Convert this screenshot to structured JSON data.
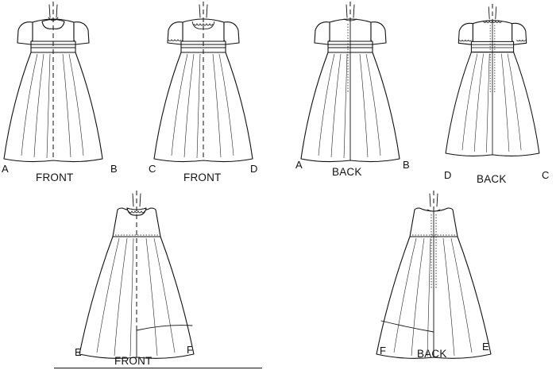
{
  "views": [
    {
      "id": "v1",
      "caption": "FRONT",
      "left_mark": "A",
      "right_mark": "B"
    },
    {
      "id": "v2",
      "caption": "FRONT",
      "left_mark": "C",
      "right_mark": "D"
    },
    {
      "id": "v3",
      "caption": "BACK",
      "left_mark": "A",
      "right_mark": "B"
    },
    {
      "id": "v4",
      "caption": "BACK",
      "left_mark": "D",
      "right_mark": "C"
    },
    {
      "id": "v5",
      "caption": "FRONT",
      "left_mark": "E",
      "right_mark": "F"
    },
    {
      "id": "v6",
      "caption": "BACK",
      "left_mark": "F",
      "right_mark": "E"
    }
  ]
}
